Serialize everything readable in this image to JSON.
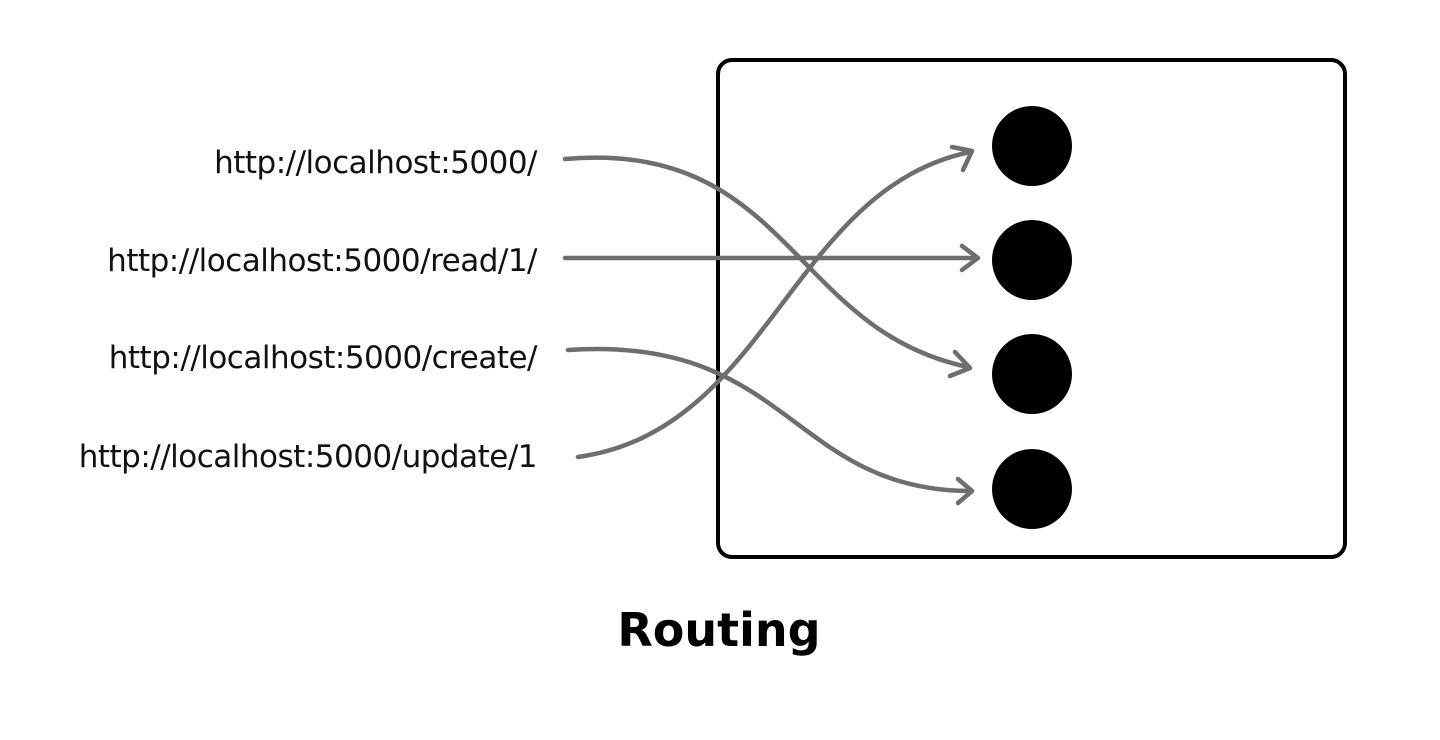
{
  "urls": [
    "http://localhost:5000/",
    "http://localhost:5000/read/1/",
    "http://localhost:5000/create/",
    "http://localhost:5000/update/1"
  ],
  "caption": "Routing",
  "colors": {
    "background": "#ffffff",
    "arrow": "#6e6e6e",
    "box": "#000000",
    "dot": "#000000",
    "text": "#111111"
  },
  "routes": [
    {
      "from": 0,
      "to": 2
    },
    {
      "from": 1,
      "to": 1
    },
    {
      "from": 2,
      "to": 3
    },
    {
      "from": 3,
      "to": 0
    }
  ]
}
